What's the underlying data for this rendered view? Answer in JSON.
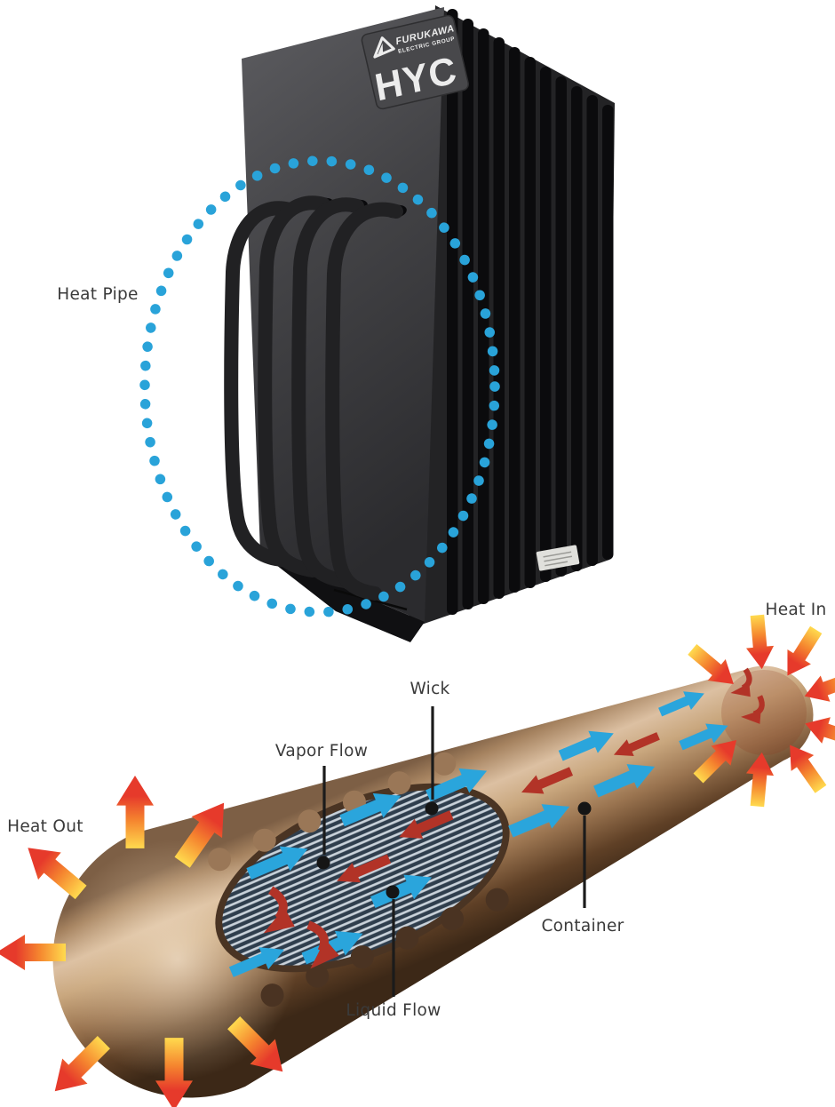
{
  "product_photo": {
    "brand": "FURUKAWA",
    "brand_sub": "ELECTRIC GROUP",
    "model": "HYC",
    "callout_label": "Heat Pipe"
  },
  "pipe_diagram": {
    "heat_in_label": "Heat In",
    "heat_out_label": "Heat Out",
    "wick_label": "Wick",
    "vapor_flow_label": "Vapor Flow",
    "liquid_flow_label": "Liquid Flow",
    "container_label": "Container"
  },
  "colors": {
    "callout_blue": "#29A3D9",
    "liquid_blue": "#2AA5DC",
    "vapor_red": "#B23327",
    "heat_red": "#E63A2B",
    "heat_yellow": "#FFDA4E",
    "label_text": "#3A3A3A",
    "heatsink_dark": "#0B0B0D",
    "copper_light": "#DCC0A2",
    "copper_dark": "#3C2817"
  }
}
